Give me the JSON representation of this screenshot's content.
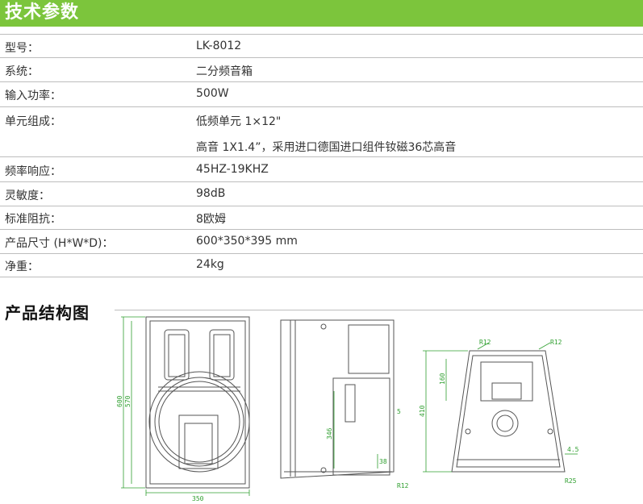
{
  "header": {
    "title": "技术参数"
  },
  "specs": [
    {
      "label": "型号：",
      "value": "LK-8012"
    },
    {
      "label": "系统：",
      "value": "二分频音箱"
    },
    {
      "label": "输入功率：",
      "value": "500W"
    },
    {
      "label": "单元组成：",
      "value": "低频单元 1×12\"",
      "value2": "高音 1X1.4”，采用进口德国进口组件钕磁36芯高音"
    },
    {
      "label": "频率响应：",
      "value": "45HZ-19KHZ"
    },
    {
      "label": "灵敏度：",
      "value": "98dB"
    },
    {
      "label": "标准阻抗：",
      "value": "8欧姆"
    },
    {
      "label": "产品尺寸 (H*W*D)：",
      "value": "600*350*395 mm"
    },
    {
      "label": "净重：",
      "value": "24kg"
    }
  ],
  "structure": {
    "title": "产品结构图",
    "dimensions": {
      "front_height_outer": "600",
      "front_height_inner": "570",
      "front_width": "350",
      "side_346": "346",
      "side_38": "38",
      "side_r12": "R12",
      "side_5": "5",
      "top_r12_left": "R12",
      "top_r12_right": "R12",
      "top_160": "160",
      "top_410": "410",
      "top_4_5": "4.5",
      "top_r25": "R25"
    }
  }
}
